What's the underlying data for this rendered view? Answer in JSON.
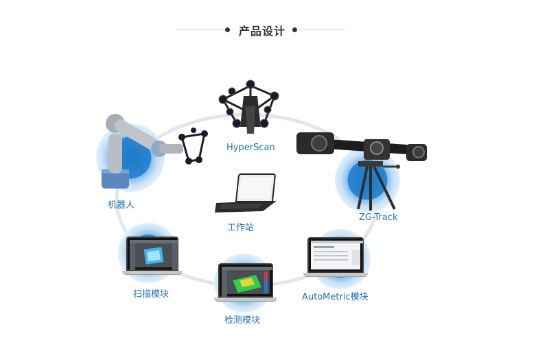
{
  "title": "产品设计",
  "nodes": {
    "hyperscan": "HyperScan",
    "robot": "机器人",
    "zgtrack": "ZG-Track",
    "workstation": "工作站",
    "scan_module": "扫描模块",
    "inspect_module": "检测模块",
    "automeric_module": "AutoMetric模块"
  },
  "colors": {
    "accent": "#1e78c8",
    "label": "#1e6fb8",
    "ring": "#e3e3e3"
  }
}
